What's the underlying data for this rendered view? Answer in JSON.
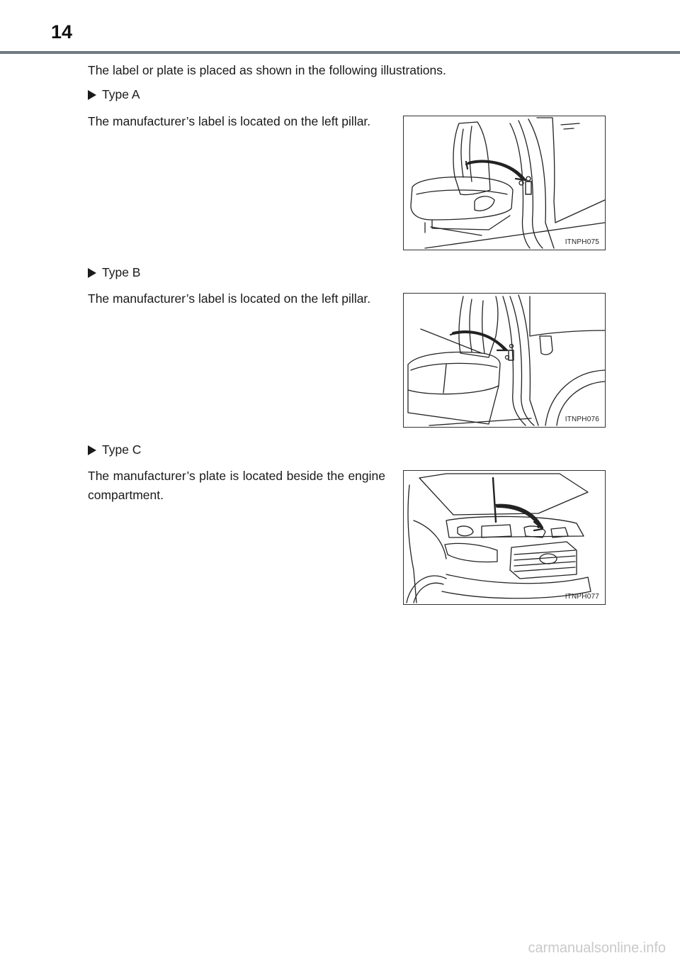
{
  "page": {
    "number": "14"
  },
  "intro": "The label or plate is placed as shown in the following illustrations.",
  "sections": [
    {
      "heading": "Type A",
      "description": "The manufacturer’s label is located on the left pillar.",
      "figure_code": "ITNPH075",
      "figure_icon": "seat-door-pillar-label-illustration"
    },
    {
      "heading": "Type B",
      "description": "The manufacturer’s label is located on the left pillar.",
      "figure_code": "ITNPH076",
      "figure_icon": "bench-seat-pillar-label-illustration"
    },
    {
      "heading": "Type C",
      "description": "The manufacturer’s plate is located beside the engine compartment.",
      "figure_code": "ITNPH077",
      "figure_icon": "engine-compartment-plate-illustration"
    }
  ],
  "watermark": "carmanualsonline.info",
  "colors": {
    "header_rule": "#6f7a83",
    "text": "#1a1a1a",
    "watermark": "#c9c9c9"
  }
}
